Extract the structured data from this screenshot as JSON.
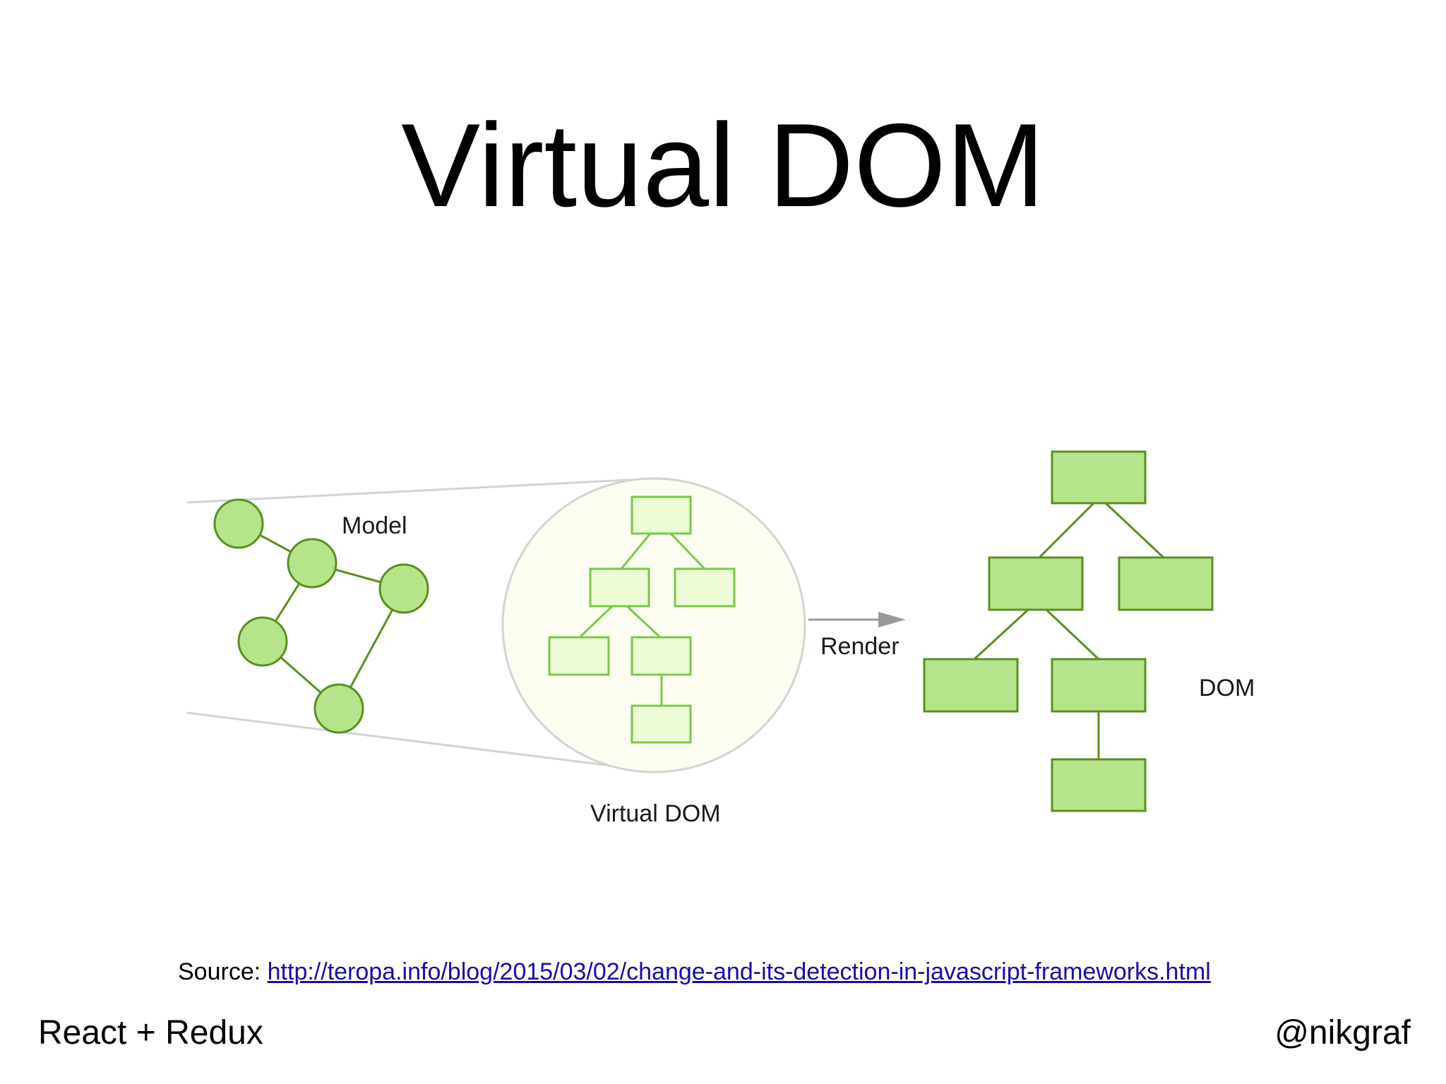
{
  "slide": {
    "title": "Virtual DOM",
    "source_label": "Source:",
    "source_url": "http://teropa.info/blog/2015/03/02/change-and-its-detection-in-javascript-frameworks.html",
    "footer_left": "React + Redux",
    "footer_right": "@nikgraf"
  },
  "diagram": {
    "labels": {
      "model": "Model",
      "virtual_dom": "Virtual DOM",
      "render": "Render",
      "dom": "DOM"
    },
    "colors": {
      "node_fill": "#b5e48a",
      "node_stroke": "#5a8f1e",
      "vdom_fill": "#edfad6",
      "vdom_stroke": "#7cc74a",
      "lens_fill": "#fcfdf0",
      "lens_stroke": "#d3d3d3",
      "arrow": "#999999",
      "link": "#1a0dab"
    }
  }
}
